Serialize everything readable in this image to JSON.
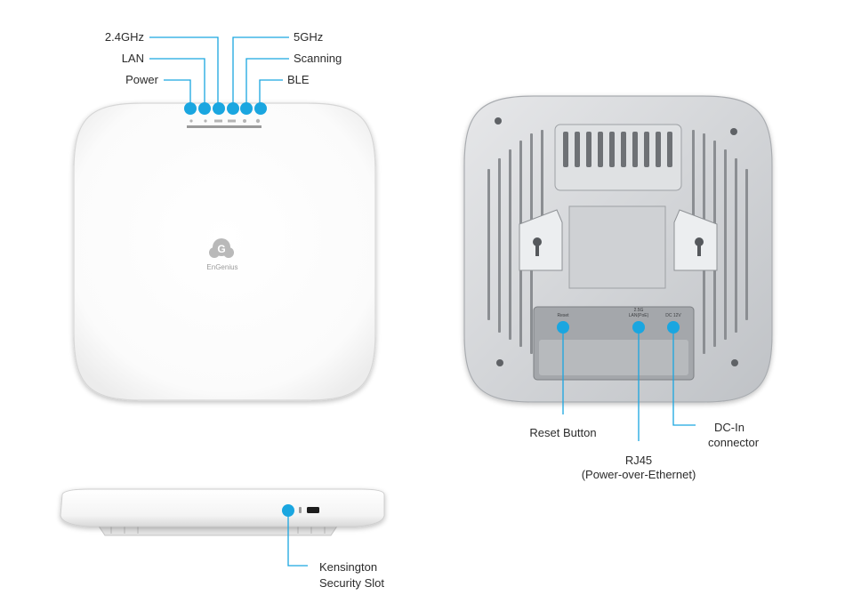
{
  "accent_color": "#1aa6e0",
  "led_labels": {
    "ghz24": "2.4GHz",
    "lan": "LAN",
    "power": "Power",
    "ghz5": "5GHz",
    "scanning": "Scanning",
    "ble": "BLE"
  },
  "front": {
    "logo_text": "EnGenius",
    "logo_letter": "G"
  },
  "rear": {
    "port_reset": "Reset",
    "port_lan_line1": "2.5G",
    "port_lan_line2": "LAN(PoE)",
    "port_dc": "DC 12V"
  },
  "callouts": {
    "reset_button": "Reset Button",
    "rj45_line1": "RJ45",
    "rj45_line2": "(Power-over-Ethernet)",
    "dc_in_line1": "DC-In",
    "dc_in_line2": "connector",
    "kensington_line1": "Kensington",
    "kensington_line2": "Security Slot"
  }
}
